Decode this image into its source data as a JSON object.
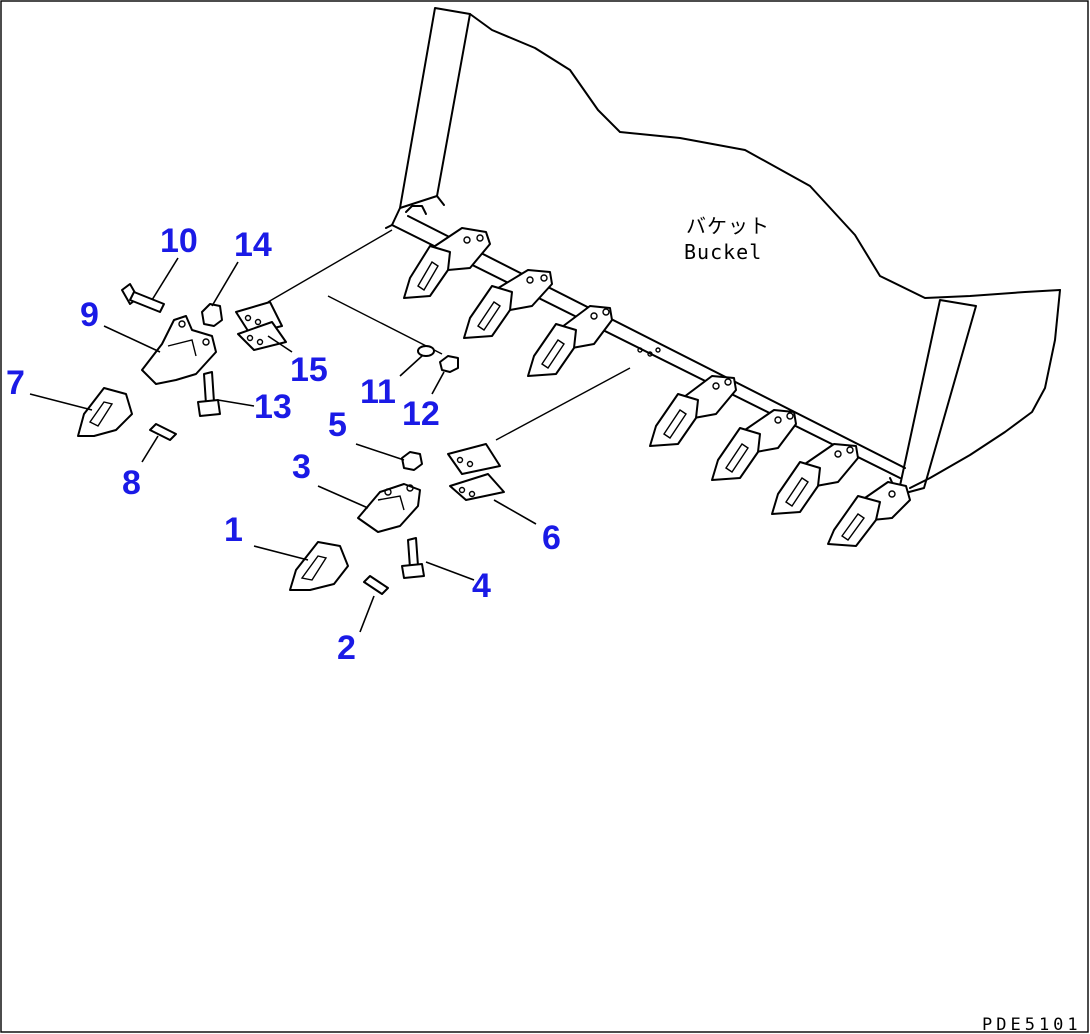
{
  "bucket_label": {
    "jp": "バケット",
    "en": "Buckel"
  },
  "callouts": [
    {
      "id": "c1",
      "text": "1"
    },
    {
      "id": "c2",
      "text": "2"
    },
    {
      "id": "c3",
      "text": "3"
    },
    {
      "id": "c4",
      "text": "4"
    },
    {
      "id": "c5",
      "text": "5"
    },
    {
      "id": "c6",
      "text": "6"
    },
    {
      "id": "c7",
      "text": "7"
    },
    {
      "id": "c8",
      "text": "8"
    },
    {
      "id": "c9",
      "text": "9"
    },
    {
      "id": "c10",
      "text": "10"
    },
    {
      "id": "c11",
      "text": "11"
    },
    {
      "id": "c12",
      "text": "12"
    },
    {
      "id": "c13",
      "text": "13"
    },
    {
      "id": "c14",
      "text": "14"
    },
    {
      "id": "c15",
      "text": "15"
    }
  ],
  "drawing_code": "PDE5101",
  "colors": {
    "callout": "#1a1ae6",
    "line": "#000000",
    "background": "#ffffff"
  }
}
